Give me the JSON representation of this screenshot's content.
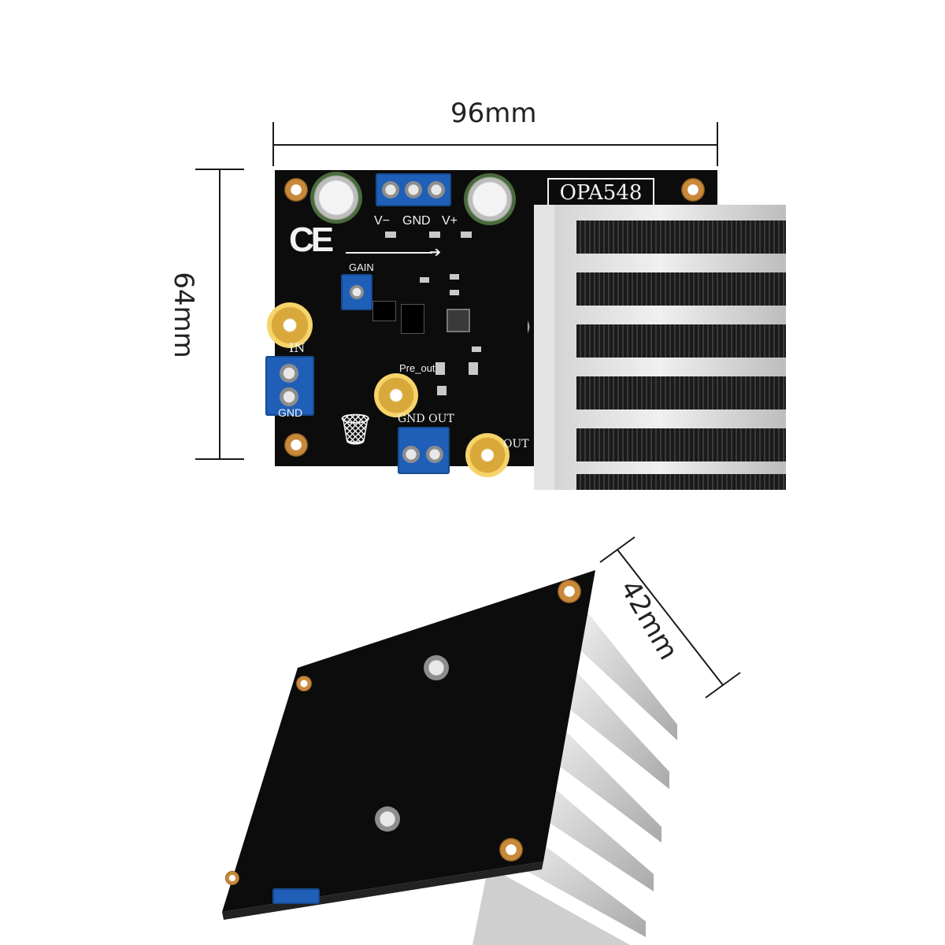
{
  "dimensions": {
    "width": "96mm",
    "height": "64mm",
    "depth": "42mm"
  },
  "board": {
    "model": "OPA548",
    "ce_mark": "CE",
    "power_labels": [
      "V−",
      "GND",
      "V+"
    ],
    "gain_label": "GAIN",
    "in_label": "IN",
    "pre_out_label": "Pre_out",
    "gnd_out_label": "GND OUT",
    "out_label": "OUT",
    "gnd_label": "GND"
  },
  "colors": {
    "pcb": "#0c0c0c",
    "terminal": "#1f5fb8",
    "gold": "#d8a93a",
    "heatsink": "#d9d9d9"
  }
}
